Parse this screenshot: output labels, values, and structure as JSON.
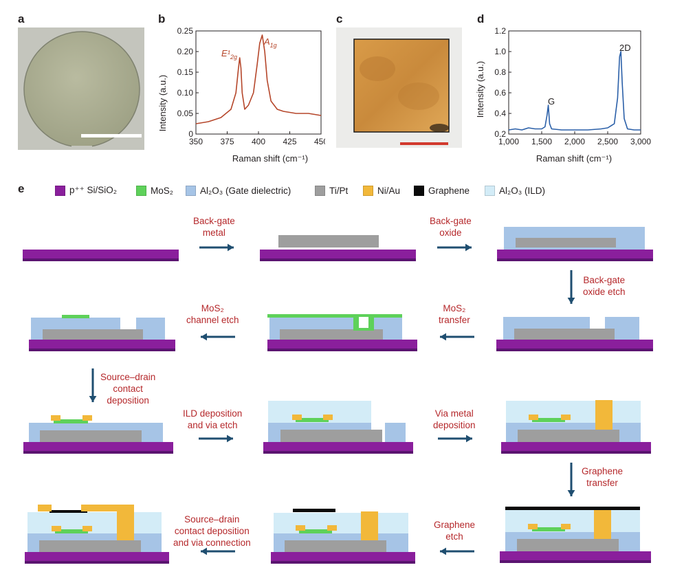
{
  "panels": {
    "a": "a",
    "b": "b",
    "c": "c",
    "d": "d",
    "e": "e"
  },
  "chart_b": {
    "type": "line",
    "xlabel": "Raman shift (cm⁻¹)",
    "ylabel": "Intensity (a.u.)",
    "xlim": [
      350,
      450
    ],
    "ylim": [
      0,
      0.25
    ],
    "xticks": [
      "350",
      "375",
      "400",
      "425",
      "450"
    ],
    "yticks": [
      "0",
      "0.05",
      "0.10",
      "0.15",
      "0.20",
      "0.25"
    ],
    "peak1_label": "E¹",
    "peak1_sub": "2g",
    "peak2_label": "A",
    "peak2_sub": "1g",
    "color": "#b5462a"
  },
  "chart_d": {
    "type": "line",
    "xlabel": "Raman shift (cm⁻¹)",
    "ylabel": "Intensity (a.u.)",
    "xlim": [
      1000,
      3000
    ],
    "ylim": [
      0.2,
      1.2
    ],
    "xticks": [
      "1,000",
      "1,500",
      "2,000",
      "2,500",
      "3,000"
    ],
    "yticks": [
      "0.2",
      "0.4",
      "0.6",
      "0.8",
      "1.0",
      "1.2"
    ],
    "peak1_label": "G",
    "peak2_label": "2D",
    "color": "#2a5fa8"
  },
  "chart_data": [
    {
      "type": "line",
      "xlabel": "Raman shift (cm⁻¹)",
      "ylabel": "Intensity (a.u.)",
      "xlim": [
        350,
        450
      ],
      "ylim": [
        0,
        0.25
      ],
      "x": [
        350,
        360,
        370,
        378,
        382,
        384,
        385,
        386,
        387,
        389,
        392,
        396,
        399,
        401,
        403,
        405,
        407,
        410,
        415,
        420,
        430,
        440,
        450
      ],
      "y": [
        0.025,
        0.03,
        0.04,
        0.06,
        0.1,
        0.16,
        0.185,
        0.16,
        0.1,
        0.06,
        0.07,
        0.1,
        0.17,
        0.22,
        0.24,
        0.2,
        0.13,
        0.08,
        0.06,
        0.055,
        0.05,
        0.05,
        0.045
      ]
    },
    {
      "type": "line",
      "xlabel": "Raman shift (cm⁻¹)",
      "ylabel": "Intensity (a.u.)",
      "xlim": [
        1000,
        3000
      ],
      "ylim": [
        0.2,
        1.2
      ],
      "x": [
        1000,
        1100,
        1200,
        1300,
        1400,
        1500,
        1550,
        1580,
        1600,
        1620,
        1650,
        1800,
        2000,
        2200,
        2400,
        2500,
        2600,
        2650,
        2680,
        2700,
        2720,
        2750,
        2800,
        2900,
        3000
      ],
      "y": [
        0.24,
        0.25,
        0.24,
        0.26,
        0.25,
        0.25,
        0.27,
        0.38,
        0.48,
        0.3,
        0.25,
        0.24,
        0.24,
        0.24,
        0.25,
        0.26,
        0.3,
        0.55,
        0.95,
        1.0,
        0.7,
        0.35,
        0.25,
        0.24,
        0.24
      ]
    }
  ],
  "legend": [
    {
      "label": "p⁺⁺ Si/SiO₂",
      "color": "#8a1f9c"
    },
    {
      "label": "MoS₂",
      "color": "#5ed15a"
    },
    {
      "label": "Al₂O₃ (Gate dielectric)",
      "color": "#a6c4e6"
    },
    {
      "label": "Ti/Pt",
      "color": "#9e9e9e"
    },
    {
      "label": "Ni/Au",
      "color": "#f2b83a"
    },
    {
      "label": "Graphene",
      "color": "#0a0a0a"
    },
    {
      "label": "Al₂O₃ (ILD)",
      "color": "#d3ecf7"
    }
  ],
  "steps": {
    "backgate_metal": "Back-gate\nmetal",
    "backgate_oxide": "Back-gate\noxide",
    "backgate_oxide_etch": "Back-gate\noxide etch",
    "mos2_transfer": "MoS₂\ntransfer",
    "mos2_channel_etch": "MoS₂\nchannel etch",
    "sd_contact": "Source–drain\ncontact\ndeposition",
    "ild_deposition": "ILD deposition\nand via etch",
    "via_metal": "Via metal\ndeposition",
    "graphene_transfer": "Graphene\ntransfer",
    "graphene_etch": "Graphene\netch",
    "sd_via_connection": "Source–drain\ncontact deposition\nand via connection"
  },
  "colors": {
    "substrate": "#8a1f9c",
    "substrate_bottom": "#5a1470",
    "mos2": "#5ed15a",
    "gate_oxide": "#a6c4e6",
    "metal": "#9e9e9e",
    "niau": "#f2b83a",
    "graphene": "#0a0a0a",
    "ild": "#d3ecf7",
    "arrow": "#1f4e70",
    "step_text": "#b5282b"
  }
}
